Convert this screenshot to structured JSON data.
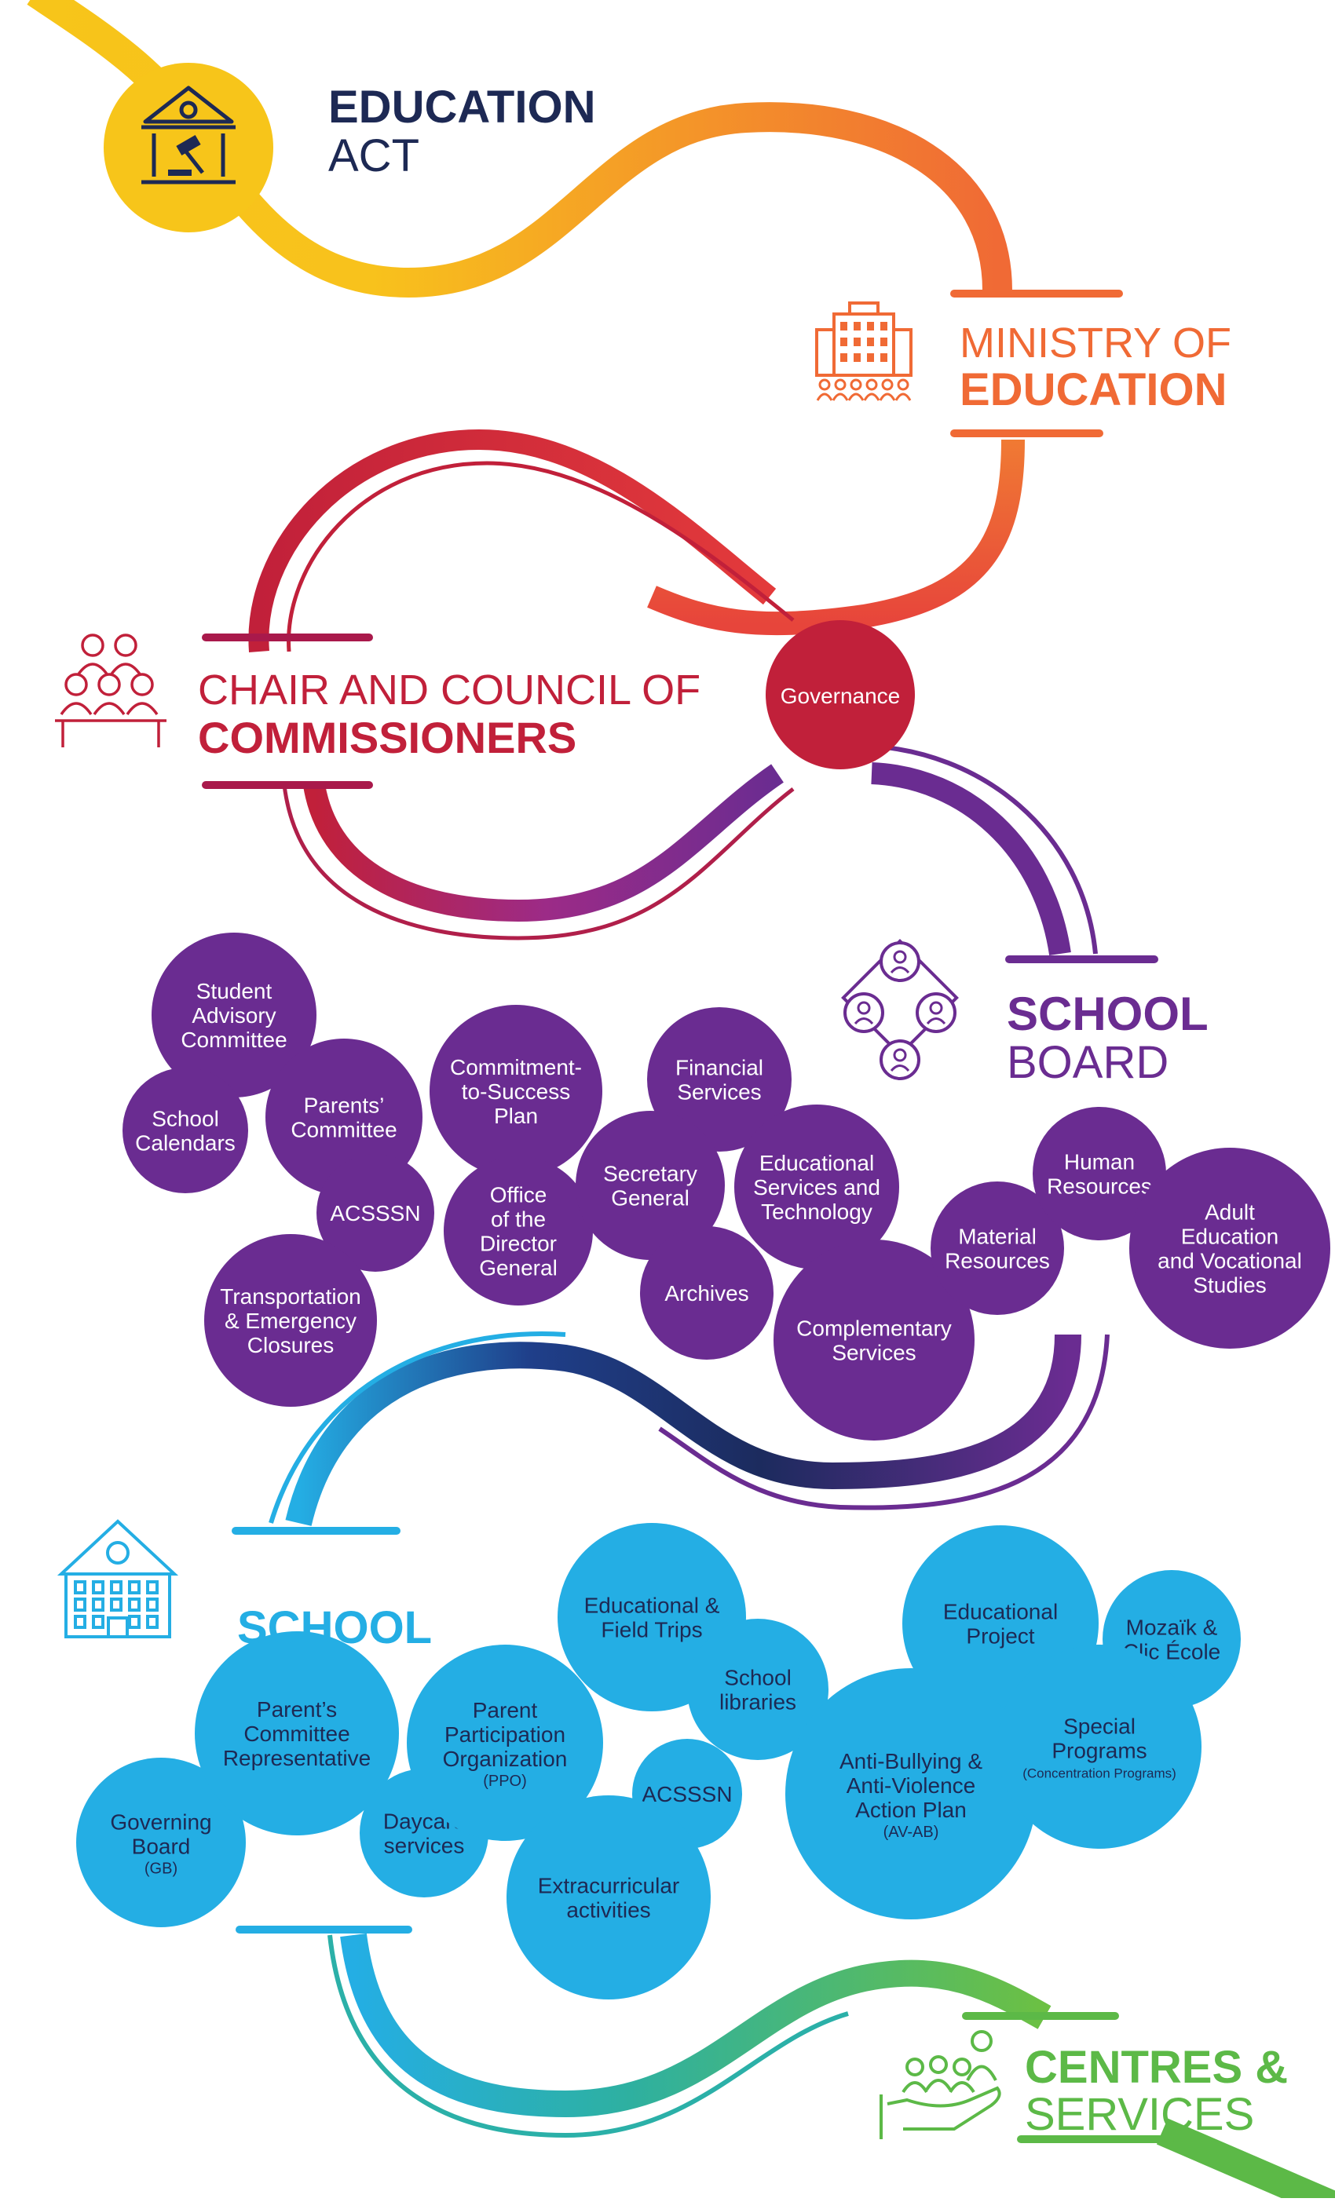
{
  "colors": {
    "yellow": "#f7c51a",
    "orange": "#f06a35",
    "red": "#c1203a",
    "purple": "#6a2c91",
    "navy": "#1c2b5e",
    "blue": "#24aee4",
    "green": "#5cb947",
    "dark_text": "#1d2954"
  },
  "education_act": {
    "line1": "EDUCATION",
    "line2": "ACT",
    "icon": "courthouse-gavel-icon"
  },
  "ministry": {
    "line1": "MINISTRY OF",
    "line2": "EDUCATION",
    "icon": "government-building-icon"
  },
  "council": {
    "line1": "CHAIR AND COUNCIL OF",
    "line2": "COMMISSIONERS",
    "icon": "people-meeting-icon"
  },
  "governance": "Governance",
  "school_board": {
    "line1": "SCHOOL",
    "line2": "BOARD",
    "icon": "network-people-icon"
  },
  "board_units": [
    {
      "lines": [
        "Student",
        "Advisory",
        "Committee"
      ]
    },
    {
      "lines": [
        "School",
        "Calendars"
      ]
    },
    {
      "lines": [
        "Parents’",
        "Committee"
      ]
    },
    {
      "lines": [
        "Commitment-",
        "to-Success",
        "Plan"
      ]
    },
    {
      "lines": [
        "ACSSSN"
      ]
    },
    {
      "lines": [
        "Office",
        "of the",
        "Director",
        "General"
      ]
    },
    {
      "lines": [
        "Transportation",
        "& Emergency",
        "Closures"
      ]
    },
    {
      "lines": [
        "Financial",
        "Services"
      ]
    },
    {
      "lines": [
        "Secretary",
        "General"
      ]
    },
    {
      "lines": [
        "Educational",
        "Services and",
        "Technology"
      ]
    },
    {
      "lines": [
        "Archives"
      ]
    },
    {
      "lines": [
        "Complementary",
        "Services"
      ]
    },
    {
      "lines": [
        "Material",
        "Resources"
      ]
    },
    {
      "lines": [
        "Human",
        "Resources"
      ]
    },
    {
      "lines": [
        "Adult",
        "Education",
        "and Vocational",
        "Studies"
      ]
    }
  ],
  "school": {
    "title": "SCHOOL",
    "icon": "school-building-icon"
  },
  "school_units": [
    {
      "lines": [
        "Governing",
        "Board"
      ],
      "small": "(GB)"
    },
    {
      "lines": [
        "Parent’s",
        "Committee",
        "Representative"
      ]
    },
    {
      "lines": [
        "Daycare",
        "services"
      ]
    },
    {
      "lines": [
        "Parent",
        "Participation",
        "Organization"
      ],
      "small": "(PPO)"
    },
    {
      "lines": [
        "Educational &",
        "Field Trips"
      ]
    },
    {
      "lines": [
        "School",
        "libraries"
      ]
    },
    {
      "lines": [
        "ACSSSN"
      ]
    },
    {
      "lines": [
        "Extracurricular",
        "activities"
      ]
    },
    {
      "lines": [
        "Educational",
        "Project"
      ]
    },
    {
      "lines": [
        "Anti-Bullying &",
        "Anti-Violence",
        "Action Plan"
      ],
      "small": "(AV-AB)"
    },
    {
      "lines": [
        "Mozaïk &",
        "Clic École"
      ]
    },
    {
      "lines": [
        "Special",
        "Programs"
      ],
      "small": "(Concentration Programs)"
    }
  ],
  "centres": {
    "line1": "CENTRES &",
    "line2": "SERVICES",
    "icon": "hand-holding-people-icon"
  }
}
